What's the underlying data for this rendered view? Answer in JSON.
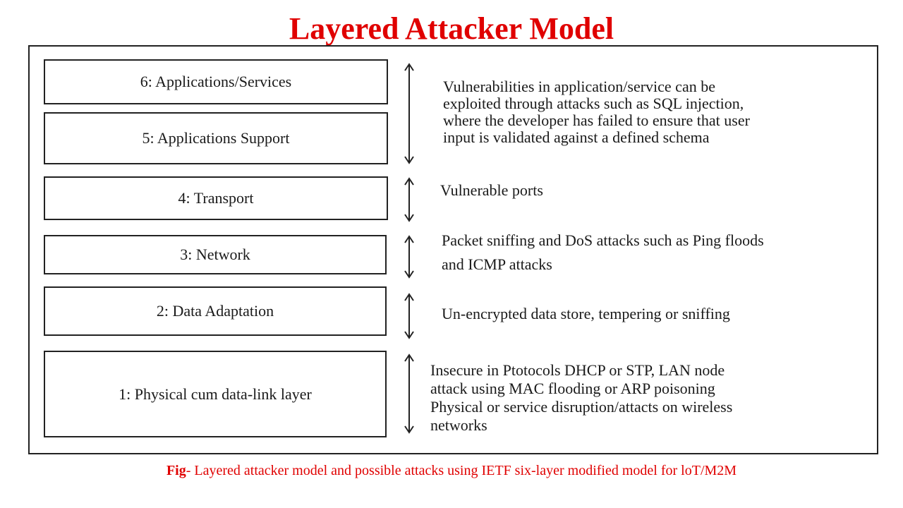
{
  "title": "Layered Attacker Model",
  "colors": {
    "title": "#e00000",
    "border": "#222222",
    "text": "#1a1a1a"
  },
  "layers": [
    {
      "label": "6: Applications/Services"
    },
    {
      "label": "5: Applications Support"
    },
    {
      "label": "4: Transport"
    },
    {
      "label": "3: Network"
    },
    {
      "label": "2: Data Adaptation"
    },
    {
      "label": "1: Physical cum data-link layer"
    }
  ],
  "attacks": [
    {
      "lines": [
        "Vulnerabilities in application/service can be",
        "exploited through attacks such as SQL injection,",
        "where the developer has failed to ensure that user",
        "input is validated against a defined schema"
      ]
    },
    {
      "lines": [
        "Vulnerable ports"
      ]
    },
    {
      "lines": [
        "Packet sniffing and DoS attacks such as Ping floods",
        "and ICMP attacks"
      ]
    },
    {
      "lines": [
        "Un-encrypted data store, tempering or sniffing"
      ]
    },
    {
      "lines": [
        "Insecure in Ptotocols DHCP or STP, LAN node",
        "attack using MAC flooding or ARP poisoning",
        "Physical or service disruption/attacts on wireless",
        "networks"
      ]
    }
  ],
  "arrow_icon": "double-headed-vertical-arrow",
  "caption": {
    "label": "Fig",
    "text": "- Layered attacker model and possible attacks using IETF six-layer modified model for loT/M2M"
  }
}
